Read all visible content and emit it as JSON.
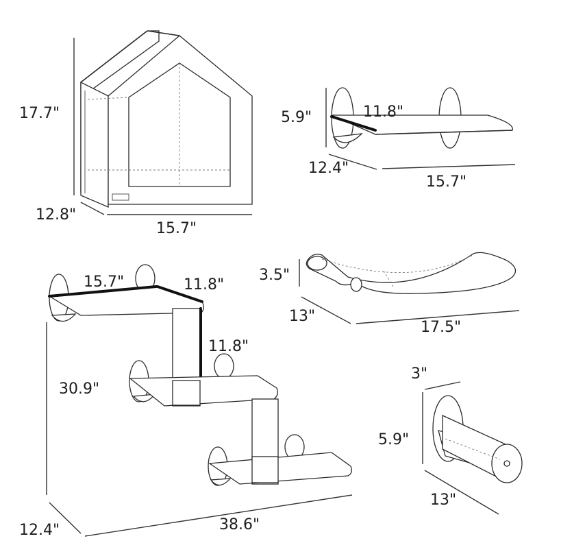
{
  "house": {
    "height": "17.7\"",
    "depth": "12.8\"",
    "width": "15.7\""
  },
  "small_shelf": {
    "height": "5.9\"",
    "depth_top": "11.8\"",
    "depth": "12.4\"",
    "width": "15.7\""
  },
  "hammock": {
    "height": "3.5\"",
    "depth": "13\"",
    "width": "17.5\""
  },
  "steps": {
    "top_width": "15.7\"",
    "top_depth": "11.8\"",
    "step_height": "11.8\"",
    "total_height": "30.9\"",
    "depth": "12.4\"",
    "total_width": "38.6\""
  },
  "scratch_post": {
    "diameter": "3\"",
    "height": "5.9\"",
    "length": "13\""
  }
}
